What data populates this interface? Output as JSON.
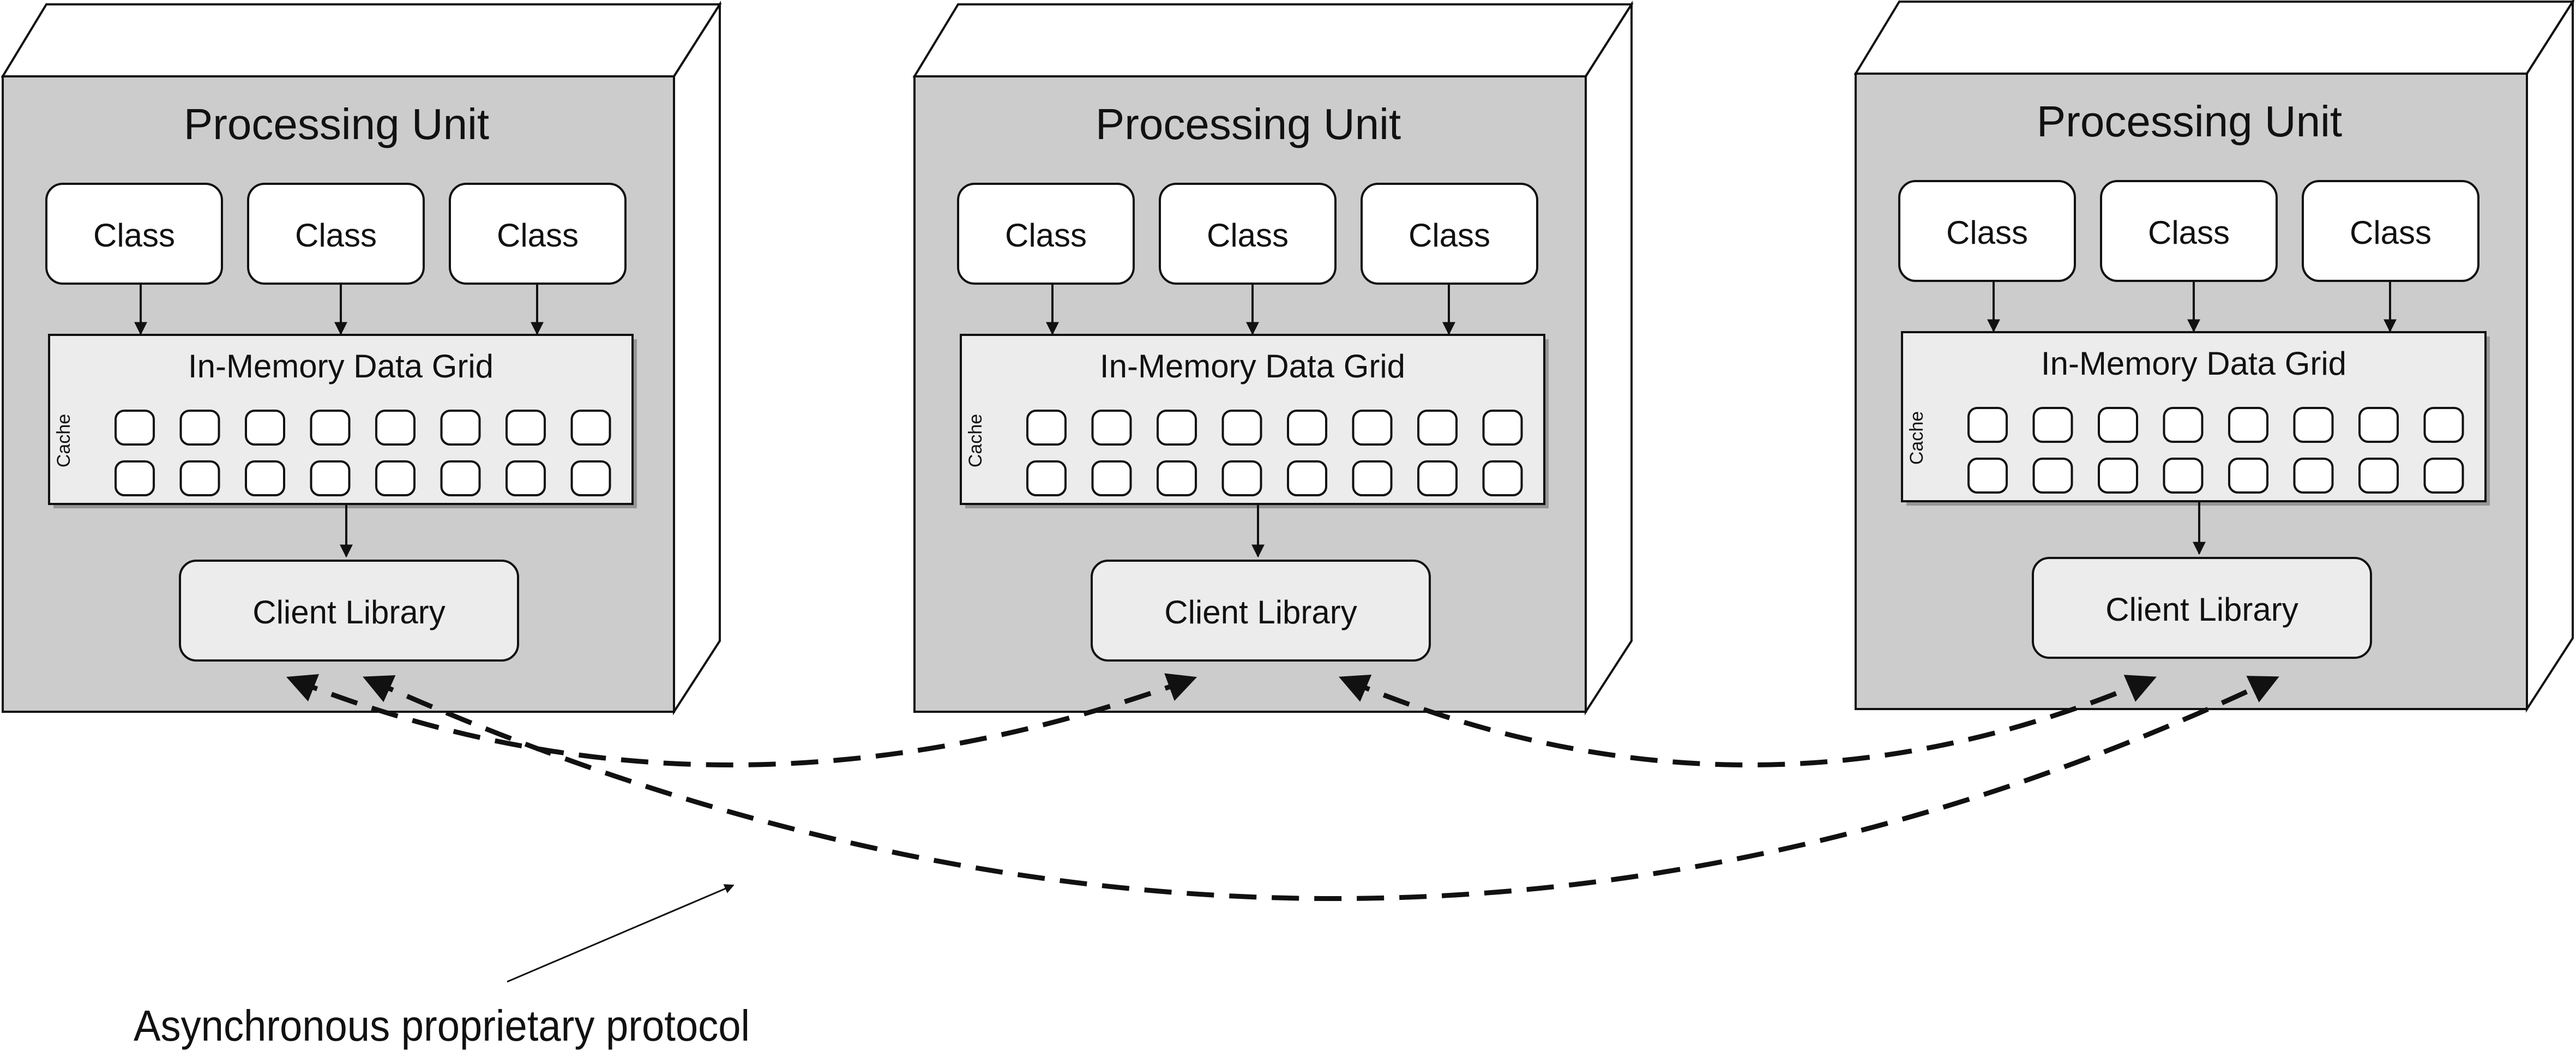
{
  "units": [
    {
      "title": "Processing Unit",
      "classes": [
        "Class",
        "Class",
        "Class"
      ],
      "grid_title": "In-Memory Data Grid",
      "cache_label": "Cache",
      "client_label": "Client Library"
    },
    {
      "title": "Processing Unit",
      "classes": [
        "Class",
        "Class",
        "Class"
      ],
      "grid_title": "In-Memory Data Grid",
      "cache_label": "Cache",
      "client_label": "Client Library"
    },
    {
      "title": "Processing Unit",
      "classes": [
        "Class",
        "Class",
        "Class"
      ],
      "grid_title": "In-Memory Data Grid",
      "cache_label": "Cache",
      "client_label": "Client Library"
    }
  ],
  "cache_cells_per_row": 8,
  "cache_rows": 2,
  "annotation": "Asynchronous proprietary protocol",
  "colors": {
    "unit_fill": "#cccccc",
    "box_fill": "#ffffff",
    "grid_fill": "#ececec",
    "client_fill": "#ececec",
    "stroke": "#111111"
  }
}
